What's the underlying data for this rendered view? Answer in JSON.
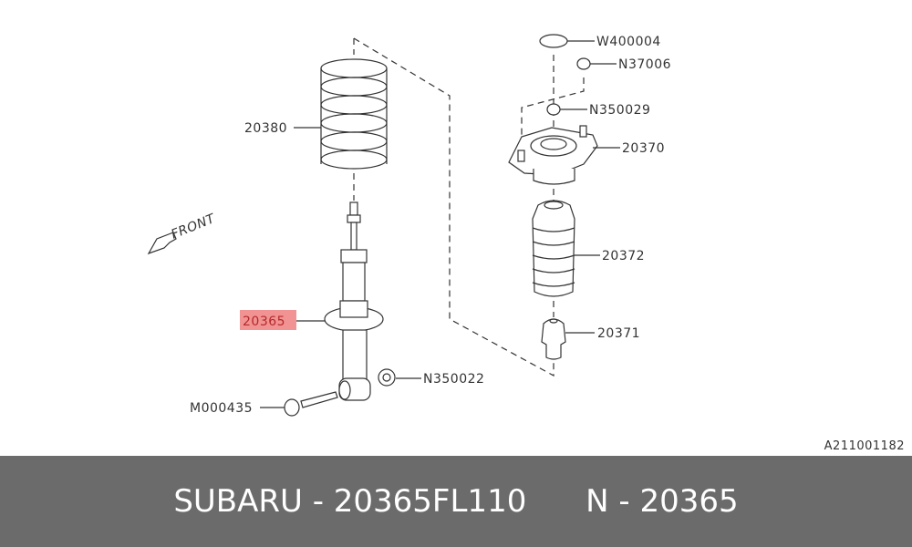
{
  "diagram": {
    "labels": {
      "spring": "20380",
      "front": "FRONT",
      "strut": "20365",
      "bolt": "M000435",
      "nut_lower": "N350022",
      "cap": "W400004",
      "nut_top": "N37006",
      "nut_mount": "N350029",
      "mount": "20370",
      "boot": "20372",
      "bumper": "20371"
    },
    "ref_code": "A211001182",
    "highlight_color": "#f08080"
  },
  "footer": {
    "title": "SUBARU - 20365FL110      N - 20365"
  }
}
